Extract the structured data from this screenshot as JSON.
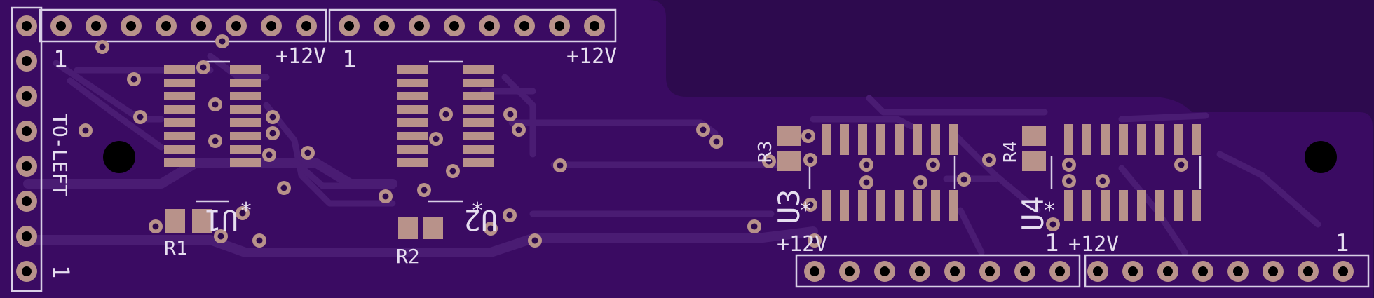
{
  "board": {
    "colors": {
      "background": "#2d0a4e",
      "board": "#3a0b62",
      "trace": "#4a1c73",
      "pad": "#b8928a",
      "silkscreen": "#e6def0"
    }
  },
  "labels": {
    "left_header_side": "TO-LEFT",
    "pin1_top_left": "1",
    "pin1_top_mid": "1",
    "pin1_left": "1",
    "v12_top_left": "+12V",
    "v12_top_mid": "+12V",
    "v12_bottom_left": "+12V",
    "v12_bottom_right": "+12V",
    "pin1_bottom_left": "1",
    "pin1_bottom_right": "1"
  },
  "components": {
    "r1": "R1",
    "r2": "R2",
    "r3": "R3",
    "r4": "R4",
    "u1": "U1",
    "u2": "U2",
    "u3": "U3",
    "u4": "U4",
    "pin_marker": "*"
  },
  "icons": {
    "mounting_hole": "mounting-hole-icon",
    "via": "via-icon"
  }
}
